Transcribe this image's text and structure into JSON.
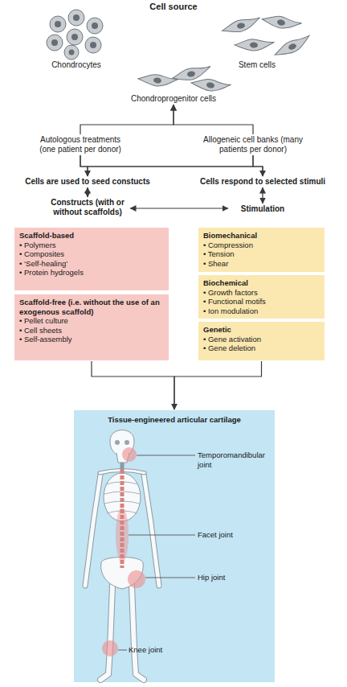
{
  "diagram": {
    "title": "Cell source",
    "nodes": [
      {
        "text": [
          "Chondrocytes"
        ]
      },
      {
        "text": [
          "Stem cells"
        ]
      },
      {
        "text": [
          "Chondroprogenitor cells"
        ]
      },
      {
        "text": [
          "Autologous treatments (one patient per donor)"
        ]
      },
      {
        "text": [
          "Allogeneic cell banks (many patients per donor)"
        ]
      },
      {
        "text": [
          "Cells are used to seed constucts"
        ]
      },
      {
        "text": [
          "Cells respond to selected stimuli"
        ]
      },
      {
        "text": [
          "Constructs (with or without scaffolds)"
        ]
      },
      {
        "text": [
          "Stimulation"
        ]
      },
      {
        "text": [
          "Scaffold-based",
          "• Polymers",
          "• Composites",
          "• ‘Self-healing’",
          "• Protein hydrogels"
        ]
      },
      {
        "text": [
          "Scaffold-free (i.e. without the use of an exogenous scaffold)",
          "• Pellet culture",
          "• Cell sheets",
          "• Self-assembly"
        ]
      },
      {
        "text": [
          "Biomechanical",
          "• Compression",
          "• Tension",
          "• Shear"
        ]
      },
      {
        "text": [
          "Biochemical",
          "• Growth factors",
          "• Functional motifs",
          "• Ion modulation"
        ]
      },
      {
        "text": [
          "Genetic",
          "• Gene activation",
          "• Gene deletion"
        ]
      },
      {
        "text": [
          "Tissue-engineered articular cartilage"
        ]
      }
    ],
    "edges": [
      {
        "from": 3,
        "to": 2,
        "arrow": "to"
      },
      {
        "from": 4,
        "to": 2,
        "arrow": "to"
      },
      {
        "from": 3,
        "to": 5,
        "arrow": "to"
      },
      {
        "from": 3,
        "to": 6,
        "arrow": "to"
      },
      {
        "from": 4,
        "to": 5,
        "arrow": "to"
      },
      {
        "from": 4,
        "to": 6,
        "arrow": "to"
      },
      {
        "from": 5,
        "to": 7,
        "arrow": "both"
      },
      {
        "from": 6,
        "to": 8,
        "arrow": "both"
      },
      {
        "from": 7,
        "to": 8,
        "arrow": "both"
      },
      {
        "from": 10,
        "to": 14,
        "arrow": "to"
      },
      {
        "from": 13,
        "to": 14,
        "arrow": "to"
      }
    ],
    "labels": [
      "Temporomandibular joint",
      "Facet joint",
      "Hip joint",
      "Knee joint"
    ]
  }
}
